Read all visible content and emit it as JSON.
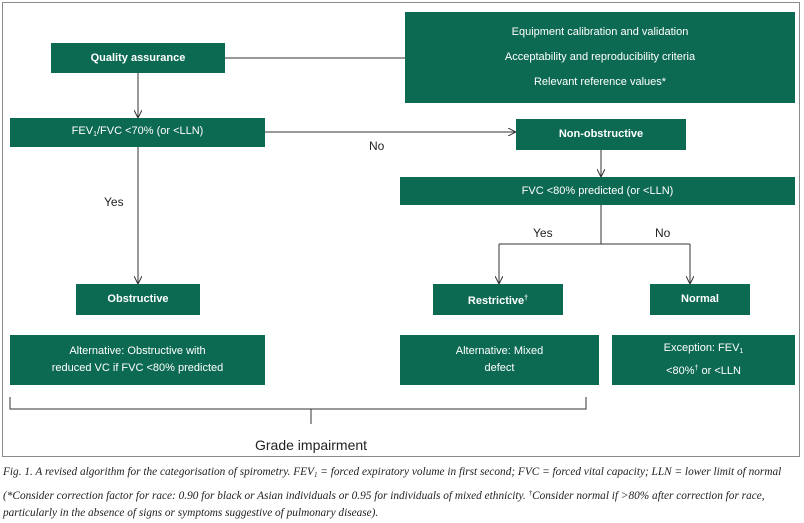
{
  "colors": {
    "box_fill": "#0d6a52",
    "box_text": "#ffffff",
    "line": "#333333"
  },
  "flow": {
    "quality_assurance": "Quality assurance",
    "qa_details": [
      "Equipment calibration and validation",
      "Acceptability and reproducibility criteria",
      "Relevant reference values*"
    ],
    "fev_ratio": {
      "pre": "FEV",
      "sub": "1",
      "post": "/FVC <70% (or <LLN)"
    },
    "no_1": "No",
    "non_obstructive": "Non-obstructive",
    "fvc_check": "FVC <80% predicted (or <LLN)",
    "yes_1": "Yes",
    "yes_2": "Yes",
    "no_2": "No",
    "obstructive": "Obstructive",
    "restrictive": {
      "label": "Restrictive",
      "mark": "†"
    },
    "normal": "Normal",
    "alt_obstructive": {
      "line1": "Alternative: Obstructive with",
      "line2": "reduced VC if FVC <80% predicted"
    },
    "alt_restrictive": {
      "line1": "Alternative: Mixed",
      "line2": "defect"
    },
    "exception": {
      "pre": "Exception: FEV",
      "sub": "1",
      "line2_pre": "<80%",
      "mark": "†",
      "line2_post": " or <LLN"
    },
    "grade": "Grade impairment"
  },
  "caption": {
    "p1": "Fig. 1. A revised algorithm for the categorisation of spirometry. FEV",
    "p1_sub": "1",
    "p2": " = forced expiratory volume in first second; FVC = forced vital capacity; LLN = lower limit of normal (*Consider correction factor for race: 0.90 for black or Asian individuals or 0.95 for individuals of mixed ethnicity. ",
    "dagger": "†",
    "p3": "Consider normal if >80% after correction for race, particularly in the absence of signs or symptoms suggestive of pulmonary disease)."
  }
}
